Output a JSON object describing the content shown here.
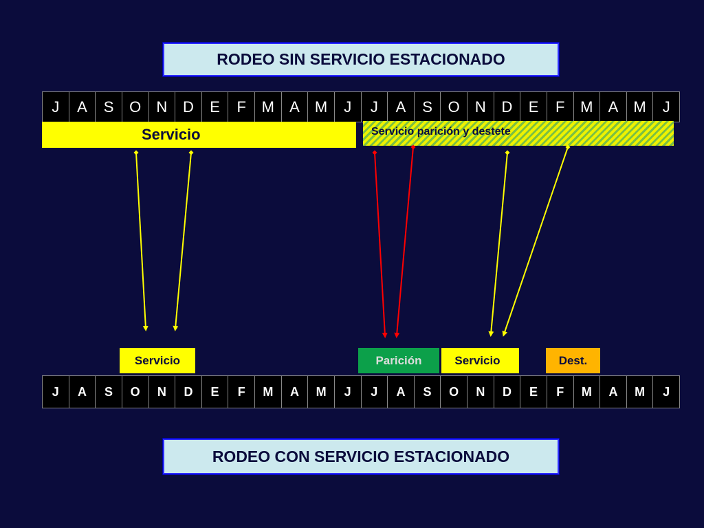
{
  "title_top": "RODEO SIN SERVICIO ESTACIONADO",
  "title_bottom": "RODEO CON SERVICIO ESTACIONADO",
  "months": [
    "J",
    "A",
    "S",
    "O",
    "N",
    "D",
    "E",
    "F",
    "M",
    "A",
    "M",
    "J",
    "J",
    "A",
    "S",
    "O",
    "N",
    "D",
    "E",
    "F",
    "M",
    "A",
    "M",
    "J"
  ],
  "top_bars": {
    "servicio": "Servicio",
    "servicio_paricion": "Servicio  parición y destete"
  },
  "bottom_boxes": {
    "servicio_1": "Servicio",
    "paricion": "Parición",
    "servicio_2": "Servicio",
    "dest": "Dest."
  },
  "colors": {
    "background": "#0b0c3c",
    "title_box": "#cce9ee",
    "yellow": "#ffff00",
    "green": "#0ca04a",
    "orange": "#ffb400",
    "arrow_yellow": "#ffff00",
    "arrow_red": "#ff0000"
  }
}
